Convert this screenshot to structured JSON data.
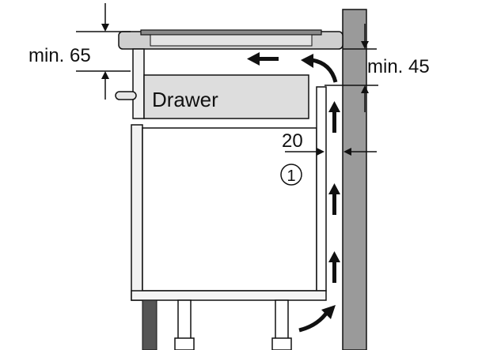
{
  "labels": {
    "drawer": "Drawer",
    "min_top": "min. 65",
    "min_right": "min. 45",
    "gap": "20",
    "callout": "1"
  },
  "colors": {
    "line": "#111111",
    "wall": "#9a9a9a",
    "drawer_fill": "#dddddd",
    "worktop_fill": "#cfcfcf",
    "hob_fill": "#8a8a8a",
    "base_dark": "#555555"
  }
}
